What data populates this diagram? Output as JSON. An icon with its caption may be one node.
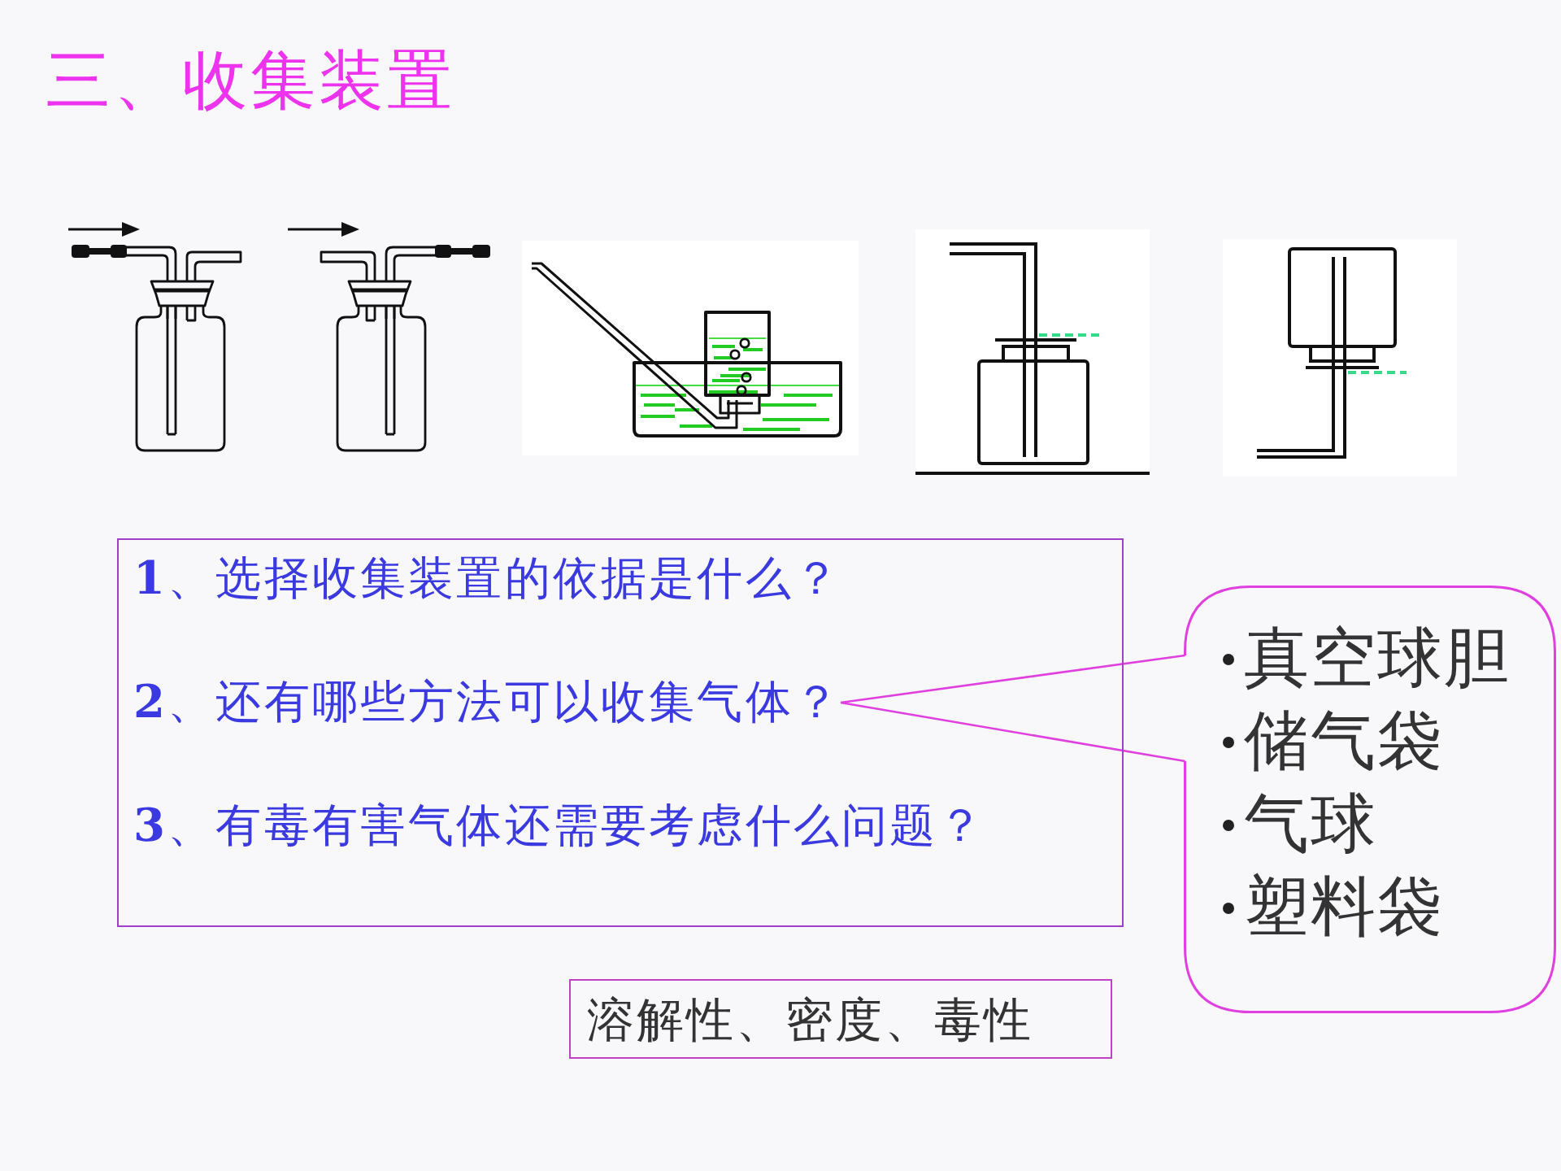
{
  "diagram": {
    "title": "三、收集装置",
    "nodes": [
      {
        "text": [],
        "shape": "box"
      },
      {
        "text": [
          "**1**、选择收集装置的依据是什么？"
        ],
        "in": 0
      },
      {
        "text": [
          "**2**、还有哪些方法可以收集气体？"
        ],
        "in": 0
      },
      {
        "text": [
          "**3**、有毒有害气体还需要考虑什么问题？"
        ],
        "in": 0
      },
      {
        "text": [
          "真空球胆",
          "储气袋",
          "气球",
          "塑料袋"
        ]
      },
      {
        "text": [
          "溶解性、密度、毒性"
        ]
      }
    ],
    "edges": [
      {
        "from": 4,
        "to": 2,
        "arrow": "none"
      }
    ]
  }
}
